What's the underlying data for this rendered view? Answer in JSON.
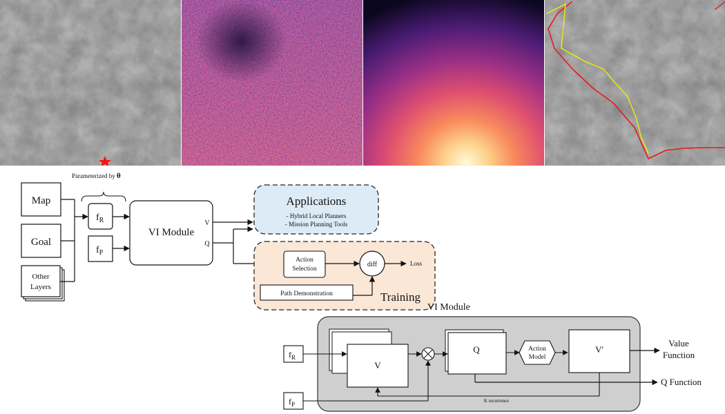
{
  "images": {
    "panel_1": "satellite terrain map with start marker",
    "panel_2": "learned cost map (magma colormap)",
    "panel_3": "value function heatmap",
    "panel_4": "terrain map with planned paths",
    "marker_color": "#ff1010",
    "path_colors": {
      "demonstration": "#e61a1a",
      "planned": "#e6e61a"
    }
  },
  "top": {
    "param_label": "Parameterized by",
    "theta": "θ",
    "inputs": {
      "map": "Map",
      "goal": "Goal",
      "other_1": "Other",
      "other_2": "Layers"
    },
    "fr_main": "f",
    "fr_sub": "R",
    "fp_main": "f",
    "fp_sub": "P",
    "vi_module": "VI Module",
    "v_port": "V",
    "q_port": "Q",
    "applications": {
      "title": "Applications",
      "item_1": "- Hybrid Local Planners",
      "item_2": "- Mission Planning Tools",
      "color": "#dcebf5"
    },
    "training": {
      "title": "Training",
      "action_1": "Action",
      "action_2": "Selection",
      "diff": "diff",
      "loss": "Loss",
      "path_demo": "Path Demonstration",
      "color": "#fbe7d6"
    }
  },
  "vi_detail": {
    "title": "VI Module",
    "fr_main": "f",
    "fr_sub": "R",
    "fp_main": "f",
    "fp_sub": "P",
    "v": "V",
    "q": "Q",
    "action_model_1": "Action",
    "action_model_2": "Model",
    "v_prime": "V'",
    "value_function_1": "Value",
    "value_function_2": "Function",
    "q_function": "Q Function",
    "k_recurrence": "K recurrence",
    "bg_color": "#cfcfcf"
  }
}
